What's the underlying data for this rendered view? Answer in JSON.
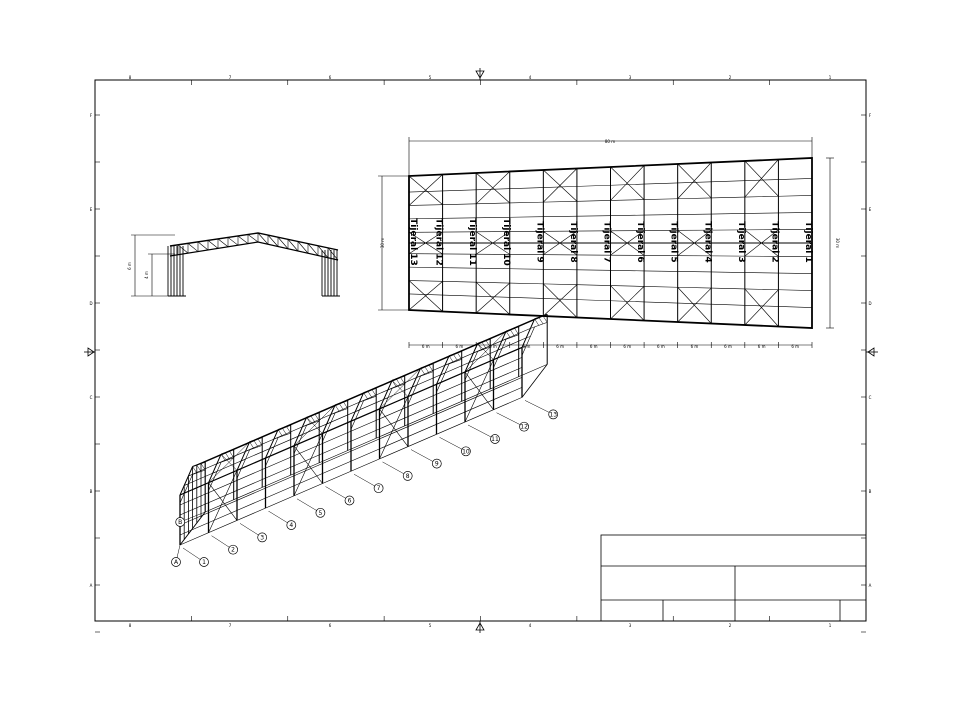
{
  "plan": {
    "top_dimension": "80 m",
    "right_dimension": "30 m",
    "left_dimension": "30 m",
    "frames": [
      "Tijeral 1",
      "Tijeral 2",
      "Tijeral 3",
      "Tijeral 4",
      "Tijeral 5",
      "Tijeral 6",
      "Tijeral 7",
      "Tijeral 8",
      "Tijeral 9",
      "Tijeral 10",
      "Tijeral 11",
      "Tijeral 12",
      "Tijeral 13"
    ],
    "bay_dims": [
      "6 m",
      "6 m",
      "6 m",
      "6 m",
      "6 m",
      "6 m",
      "6 m",
      "6 m",
      "6 m",
      "6 m",
      "6 m",
      "6 m"
    ]
  },
  "elevation": {
    "dim_outer": "6 m",
    "dim_inner": "4 m"
  },
  "iso": {
    "axis_numbers": [
      "1",
      "2",
      "3",
      "4",
      "5",
      "6",
      "7",
      "8",
      "9",
      "10",
      "11",
      "12",
      "13"
    ],
    "axis_letters": [
      "A",
      "B"
    ]
  },
  "border": {
    "top_marks": [
      "8",
      "7",
      "6",
      "5",
      "4",
      "3",
      "2",
      "1"
    ],
    "side_marks": [
      "F",
      "E",
      "D",
      "C",
      "B",
      "A"
    ]
  },
  "colors": {
    "line": "#000000",
    "paper": "#ffffff"
  }
}
